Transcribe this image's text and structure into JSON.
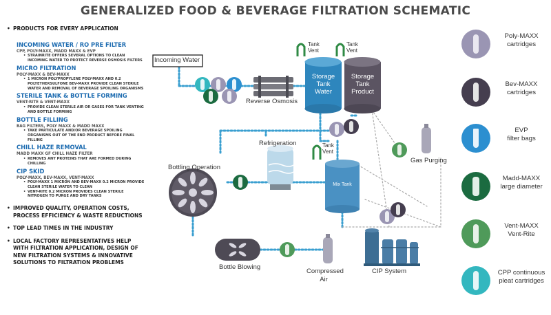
{
  "title": "GENERALIZED FOOD & BEVERAGE FILTRATION SCHEMATIC",
  "left": {
    "top_bullet": "PRODUCTS FOR EVERY APPLICATION",
    "sections": [
      {
        "heading": "INCOMING WATER / RO PRE FILTER",
        "sub": "CPP, POLY-MAXX, MADD MAXX & EVP",
        "bullets": [
          "STRAINRITE OFFERS SEVERAL OPTIONS TO CLEAN INCOMING WATER TO PROTECT REVERSE OSMOSIS FILTERS"
        ]
      },
      {
        "heading": "MICRO FILTRATION",
        "sub": "POLY-MAXX & BEV-MAXX",
        "bullets": [
          "1 MICRON POLYPROPYLENE POLY-MAXX AND 0.2 POLYETHERSULFONE BEV-MAXX PROVIDE CLEAN STERILE WATER AND REMOVAL OF BEVERAGE SPOILING ORGANISMS"
        ]
      },
      {
        "heading": "STERILE TANK & BOTTLE FORMING",
        "sub": "VENT-RITE & VENT-MAXX",
        "bullets": [
          "PROVIDE CLEAN STERILE AIR OR GASES FOR TANK VENTING AND BOTTLE FORMING"
        ]
      },
      {
        "heading": "BOTTLE FILLING",
        "sub": "BAG FILTERS, POLY MAXX & MADD MAXX",
        "bullets": [
          "TAKE PARTICULATE AND/OR BEVERAGE SPOILING ORGANISMS OUT OF THE END PRODUCT BEFORE FINAL FILLING"
        ]
      },
      {
        "heading": "CHILL HAZE REMOVAL",
        "sub": "MADD MAXX GF CHILL HAZE FILTER",
        "bullets": [
          "REMOVES ANY PROTEINS THAT ARE FORMED DURING CHILLING"
        ]
      },
      {
        "heading": "CIP SKID",
        "sub": "POLY-MAXX, BEV-MAXX, VENT-MAXX",
        "bullets": [
          "POLY-MAXX 1 MICRON AND BEV-MAXX 0.2 MICRON PROVIDE CLEAN STERILE WATER TO CLEAN",
          "VENT-RITE 0.2 MICRON PROVIDES CLEAN STERILE NITROGEN TO PURGE AND DRY TANKS"
        ]
      }
    ],
    "bottom_bullets": [
      "IMPROVED QUALITY, OPERATION COSTS, PROCESS EFFICIENCY & WASTE REDUCTIONS",
      "TOP LEAD TIMES IN THE INDUSTRY",
      "LOCAL FACTORY REPRESENTATIVES HELP WITH FILTRATION APPLICATION, DESIGN OF NEW FILTRATION SYSTEMS & INNOVATIVE SOLUTIONS TO FILTRATION PROBLEMS"
    ]
  },
  "diagram": {
    "incoming_water": "Incoming Water",
    "reverse_osmosis": "Reverse Osmosis",
    "storage_water_1": "Storage",
    "storage_water_2": "Tank",
    "storage_water_3": "Water",
    "storage_product_1": "Storage",
    "storage_product_2": "Tank",
    "storage_product_3": "Product",
    "tank_vent_a_1": "Tank",
    "tank_vent_a_2": "Vent",
    "tank_vent_b_1": "Tank",
    "tank_vent_b_2": "Vent",
    "tank_vent_c_1": "Tank",
    "tank_vent_c_2": "Vent",
    "refrigeration": "Refrigeration",
    "mix_tank": "Mix Tank",
    "gas_purging": "Gas Purging",
    "bottling_operation": "Bottling Operation",
    "bottle_blowing": "Bottle Blowing",
    "compressed_air_1": "Compressed",
    "compressed_air_2": "Air",
    "cip_system": "CIP System"
  },
  "legend": [
    {
      "line1": "Poly-MAXX",
      "line2": "cartridges",
      "bg": "#9a95b3",
      "cart": "#e9e7f0"
    },
    {
      "line1": "Bev-MAXX",
      "line2": "cartridges",
      "bg": "#453e4f",
      "cart": "#e5e5e5"
    },
    {
      "line1": "EVP",
      "line2": "filter bags",
      "bg": "#2c8fd0",
      "cart": "#e8f3fb"
    },
    {
      "line1": "Madd-MAXX",
      "line2": "large diameter",
      "bg": "#1b6b40",
      "cart": "#e3efe8"
    },
    {
      "line1": "Vent-MAXX",
      "line2": "Vent-Rite",
      "bg": "#4f9a5a",
      "cart": "#e8f1e8"
    },
    {
      "line1": "CPP continuous",
      "line2": "pleat cartridges",
      "bg": "#33b7bf",
      "cart": "#e6f6f7"
    }
  ],
  "colors": {
    "accent_blue": "#1c6bb0",
    "pipe": "#3a9fd0",
    "tank_blue": "#2e86bd",
    "tank_dark": "#5b5462"
  }
}
